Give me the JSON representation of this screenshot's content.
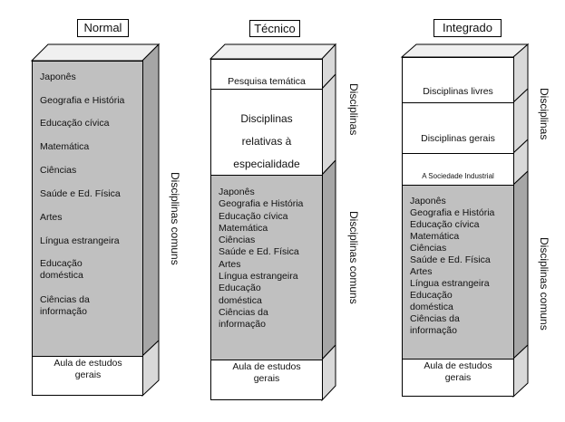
{
  "columns": [
    {
      "title": "Normal",
      "common_label": "Disciplinas comuns",
      "subjects": [
        "Japonês",
        "Geografia e História",
        "Educação cívica",
        "Matemática",
        "Ciências",
        "Saúde e Ed. Física",
        "Artes",
        "Língua estrangeira",
        "Educação doméstica",
        "Ciências da informação"
      ],
      "bottom": "Aula de estudos gerais"
    },
    {
      "title": "Técnico",
      "top_sections": [
        "Pesquisa temática",
        "Disciplinas relativas à especialidade"
      ],
      "disciplines_label": "Disciplinas",
      "common_label": "Disciplinas comuns",
      "subjects": [
        "Japonês",
        "Geografia e História",
        "Educação cívica",
        "Matemática",
        "Ciências",
        "Saúde e Ed. Física",
        "Artes",
        "Língua estrangeira",
        "Educação",
        "doméstica",
        "Ciências da",
        "informação"
      ],
      "bottom": "Aula de estudos gerais"
    },
    {
      "title": "Integrado",
      "top_sections": [
        "Disciplinas livres",
        "Disciplinas gerais",
        "A Sociedade Industrial"
      ],
      "disciplines_label": "Disciplinas",
      "common_label": "Disciplinas comuns",
      "subjects": [
        "Japonês",
        "Geografia e História",
        "Educação cívica",
        "Matemática",
        "Ciências",
        "Saúde e Ed. Física",
        "Artes",
        "Língua estrangeira",
        "Educação",
        "doméstica",
        "Ciências da",
        "informação"
      ],
      "bottom": "Aula de estudos gerais"
    }
  ],
  "colors": {
    "gray_face": "#c0c0c0",
    "gray_side": "#a6a6a6",
    "white_side": "#d9d9d9",
    "top": "#f0f0f0"
  }
}
